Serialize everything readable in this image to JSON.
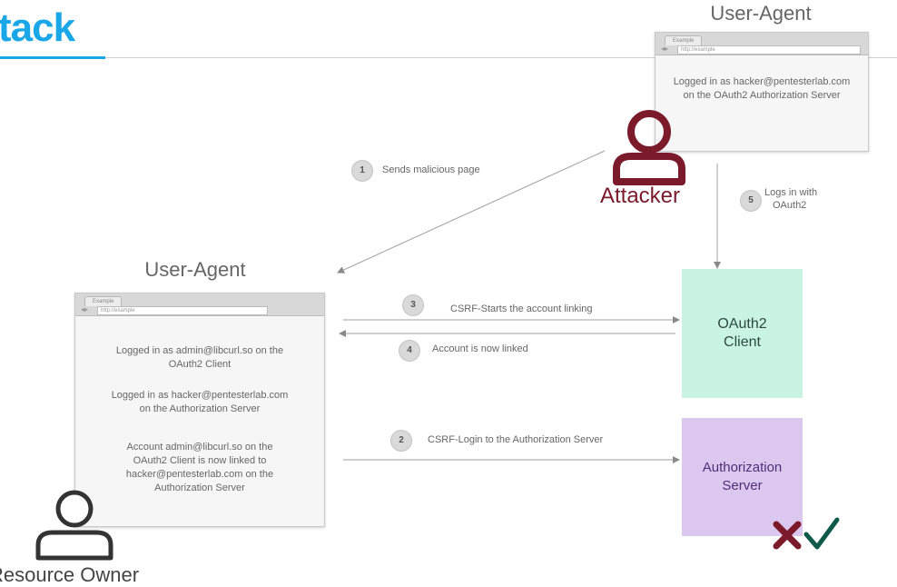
{
  "title": "tack",
  "actors": {
    "attacker_label": "Attacker",
    "owner_label": "Resource Owner"
  },
  "user_agent_top": {
    "label": "User-Agent",
    "tab": "Example",
    "url": "http://example",
    "lines": [
      "Logged in as hacker@pentesterlab.com",
      "on the OAuth2 Authorization Server"
    ]
  },
  "user_agent_left": {
    "label": "User-Agent",
    "tab": "Example",
    "url": "http://example",
    "blocks": [
      [
        "Logged in as admin@libcurl.so on the",
        "OAuth2 Client"
      ],
      [
        "Logged in as hacker@pentesterlab.com",
        "on the Authorization Server"
      ],
      [
        "Account admin@libcurl.so on the",
        "OAuth2 Client is now linked to",
        "hacker@pentesterlab.com on the",
        "Authorization Server"
      ]
    ]
  },
  "servers": {
    "client": [
      "OAuth2",
      "Client"
    ],
    "authz": [
      "Authorization",
      "Server"
    ]
  },
  "steps": [
    {
      "num": "1",
      "label": "Sends malicious page"
    },
    {
      "num": "2",
      "label": "CSRF-Login to the Authorization Server"
    },
    {
      "num": "3",
      "label": "CSRF-Starts the account linking"
    },
    {
      "num": "4",
      "label": "Account is now linked"
    },
    {
      "num": "5",
      "label_lines": [
        "Logs in with",
        "OAuth2"
      ]
    }
  ],
  "status_marks": {
    "fail_color": "#7a1a2b",
    "ok_color": "#0f5a4a"
  },
  "colors": {
    "title": "#1aa7e8",
    "attacker": "#7a1a2b",
    "client_box": "#c9f4e4",
    "authz_box": "#dcc7ef"
  }
}
